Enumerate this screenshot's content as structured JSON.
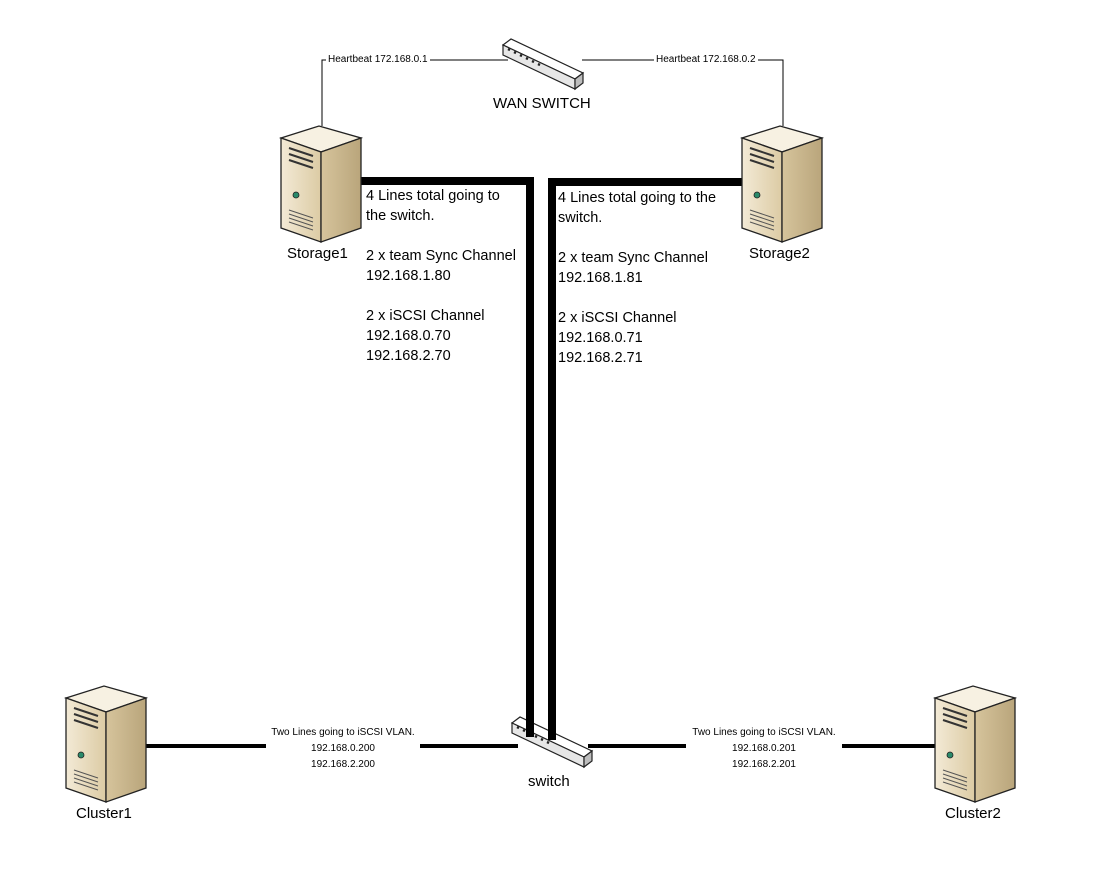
{
  "wan_switch": {
    "label": "WAN SWITCH"
  },
  "heartbeat": {
    "left": "Heartbeat 172.168.0.1",
    "right": "Heartbeat 172.168.0.2"
  },
  "storage1": {
    "label": "Storage1",
    "note": {
      "line1": "4 Lines total going to",
      "line2": "the switch.",
      "sync_title": "2 x team Sync Channel",
      "sync_ip": "192.168.1.80",
      "iscsi_title": "2 x iSCSI Channel",
      "iscsi_ip1": "192.168.0.70",
      "iscsi_ip2": "192.168.2.70"
    }
  },
  "storage2": {
    "label": "Storage2",
    "note": {
      "line1": "4 Lines total going to the",
      "line2": "switch.",
      "sync_title": "2 x team Sync Channel",
      "sync_ip": "192.168.1.81",
      "iscsi_title": "2 x iSCSI Channel",
      "iscsi_ip1": "192.168.0.71",
      "iscsi_ip2": "192.168.2.71"
    }
  },
  "switch": {
    "label": "switch"
  },
  "cluster1": {
    "label": "Cluster1",
    "link": {
      "title": "Two Lines going to iSCSI VLAN.",
      "ip1": "192.168.0.200",
      "ip2": "192.168.2.200"
    }
  },
  "cluster2": {
    "label": "Cluster2",
    "link": {
      "title": "Two Lines going to iSCSI VLAN.",
      "ip1": "192.168.0.201",
      "ip2": "192.168.2.201"
    }
  },
  "colors": {
    "line": "#000000",
    "server_body": "#e9dcc0",
    "server_side": "#c8b896",
    "switch_body": "#eeeeee"
  },
  "icons": [
    "server-icon",
    "network-switch-icon"
  ]
}
